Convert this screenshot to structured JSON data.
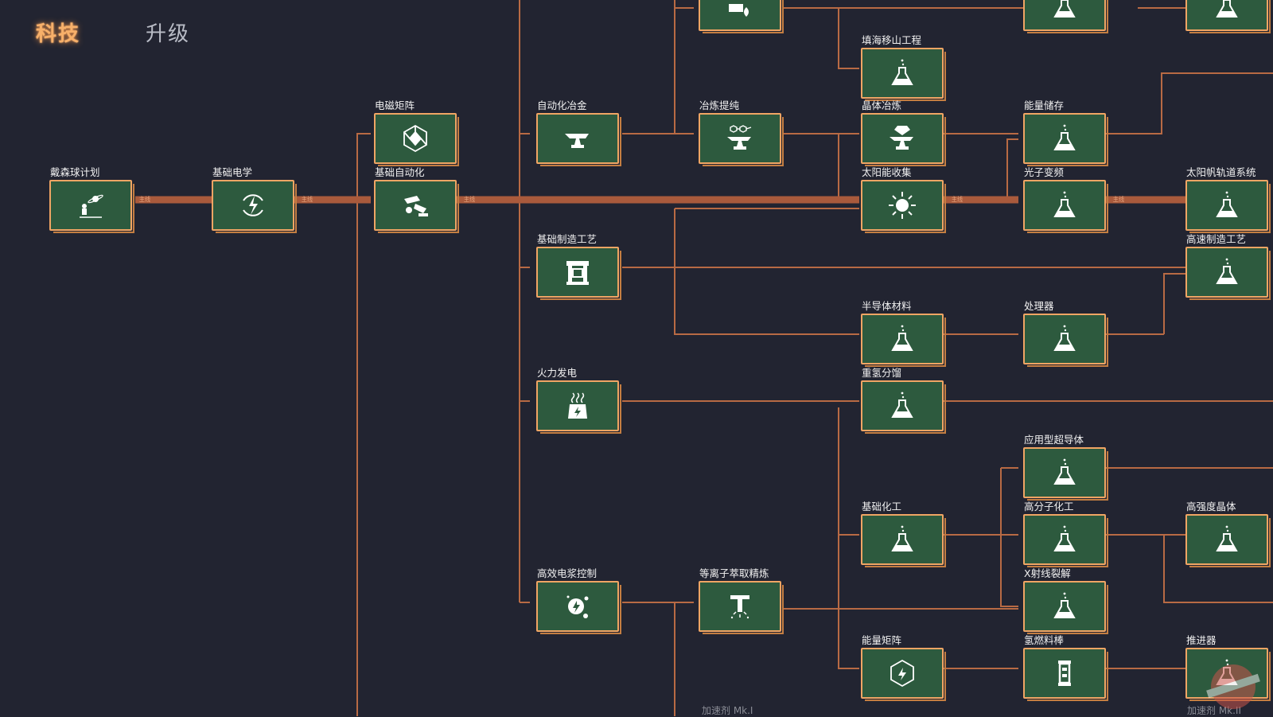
{
  "tabs": {
    "tech": "科技",
    "upgrade": "升级"
  },
  "mainline_tag": "主线",
  "colors": {
    "accent": "#f0a564",
    "node_fill": "#2d5a3e",
    "line": "#b86a44",
    "mainline": "#a95a3c"
  },
  "nodes": [
    {
      "id": "dyson",
      "label": "戴森球计划",
      "icon": "astronaut-icon"
    },
    {
      "id": "elec",
      "label": "基础电学",
      "icon": "electricity-icon"
    },
    {
      "id": "emmatrix",
      "label": "电磁矩阵",
      "icon": "matrix-icon"
    },
    {
      "id": "autom",
      "label": "基础自动化",
      "icon": "robot-arm-icon"
    },
    {
      "id": "autometal",
      "label": "自动化冶金",
      "icon": "anvil-icon"
    },
    {
      "id": "basicmfg",
      "label": "基础制造工艺",
      "icon": "assembler-icon"
    },
    {
      "id": "thermal",
      "label": "火力发电",
      "icon": "power-plant-icon"
    },
    {
      "id": "hieff",
      "label": "高效电浆控制",
      "icon": "plasma-icon"
    },
    {
      "id": "toptech",
      "label": "",
      "icon": "smelter-fire-icon"
    },
    {
      "id": "smeltpure",
      "label": "冶炼提纯",
      "icon": "anvil-molecule-icon"
    },
    {
      "id": "plasmaref",
      "label": "等离子萃取精炼",
      "icon": "refinery-icon"
    },
    {
      "id": "terraform",
      "label": "填海移山工程",
      "icon": "flask-icon"
    },
    {
      "id": "crystal",
      "label": "晶体冶炼",
      "icon": "anvil-crystal-icon"
    },
    {
      "id": "solar",
      "label": "太阳能收集",
      "icon": "sun-icon"
    },
    {
      "id": "semi",
      "label": "半导体材料",
      "icon": "flask-icon"
    },
    {
      "id": "heavyh",
      "label": "重氢分馏",
      "icon": "flask-icon"
    },
    {
      "id": "basicchem",
      "label": "基础化工",
      "icon": "flask-icon"
    },
    {
      "id": "energymat",
      "label": "能量矩阵",
      "icon": "energy-matrix-icon"
    },
    {
      "id": "top5",
      "label": "",
      "icon": "flask-icon"
    },
    {
      "id": "energystore",
      "label": "能量储存",
      "icon": "flask-icon"
    },
    {
      "id": "photon",
      "label": "光子变频",
      "icon": "flask-icon"
    },
    {
      "id": "processor",
      "label": "处理器",
      "icon": "flask-icon"
    },
    {
      "id": "appsupercond",
      "label": "应用型超导体",
      "icon": "flask-icon"
    },
    {
      "id": "polymer",
      "label": "高分子化工",
      "icon": "flask-icon"
    },
    {
      "id": "xray",
      "label": "X射线裂解",
      "icon": "flask-icon"
    },
    {
      "id": "hfuel",
      "label": "氢燃料棒",
      "icon": "fuel-rod-icon"
    },
    {
      "id": "top6",
      "label": "",
      "icon": "flask-icon"
    },
    {
      "id": "solarsail",
      "label": "太阳帆轨道系统",
      "icon": "flask-icon"
    },
    {
      "id": "hispeedmfg",
      "label": "高速制造工艺",
      "icon": "flask-icon"
    },
    {
      "id": "hicrystal",
      "label": "高强度晶体",
      "icon": "flask-icon"
    },
    {
      "id": "thruster",
      "label": "推进器",
      "icon": "flask-icon"
    }
  ],
  "footer_labels": {
    "accel1": "加速剂 Mk.I",
    "accel2": "加速剂 Mk.II"
  }
}
